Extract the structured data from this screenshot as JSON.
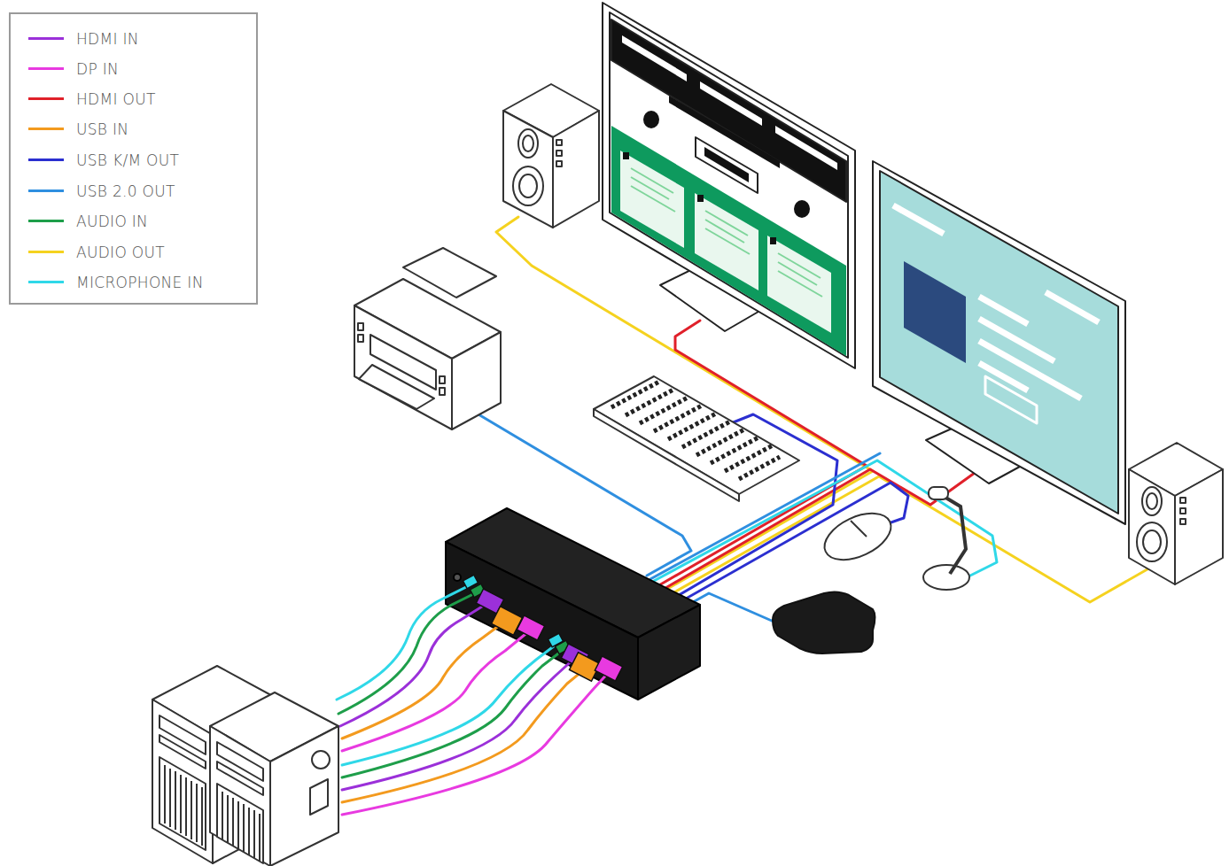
{
  "diagram": {
    "legend": [
      {
        "text": "HDMI IN",
        "color": "#9b30d9"
      },
      {
        "text": "DP IN",
        "color": "#e83ae0"
      },
      {
        "text": "HDMI OUT",
        "color": "#e0202a"
      },
      {
        "text": "USB IN",
        "color": "#f39a1e"
      },
      {
        "text": "USB K/M OUT",
        "color": "#2b2fd0"
      },
      {
        "text": "USB 2.0 OUT",
        "color": "#2f8fe0"
      },
      {
        "text": "AUDIO IN",
        "color": "#1e9e4a"
      },
      {
        "text": "AUDIO OUT",
        "color": "#f5d21f"
      },
      {
        "text": "MICROPHONE IN",
        "color": "#2fd8e8"
      }
    ]
  }
}
